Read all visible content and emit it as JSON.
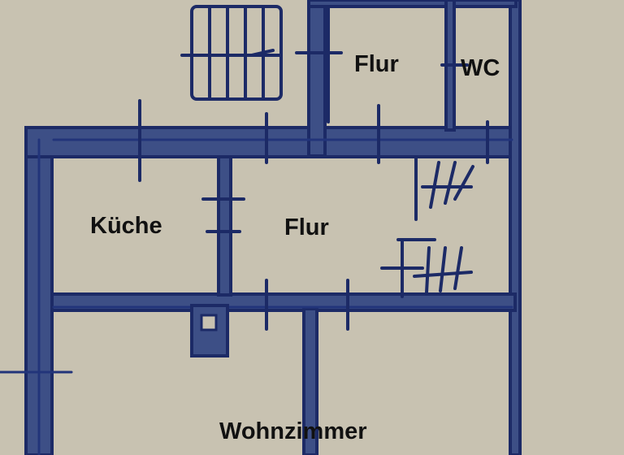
{
  "rooms": {
    "upper_hall": "Flur",
    "wc": "WC",
    "kitchen": "Küche",
    "hall": "Flur",
    "living_room": "Wohnzimmer"
  },
  "colors": {
    "paper": "#c8c2b1",
    "ink": "#1c2a66",
    "wall_fill": "#3d4f86"
  }
}
